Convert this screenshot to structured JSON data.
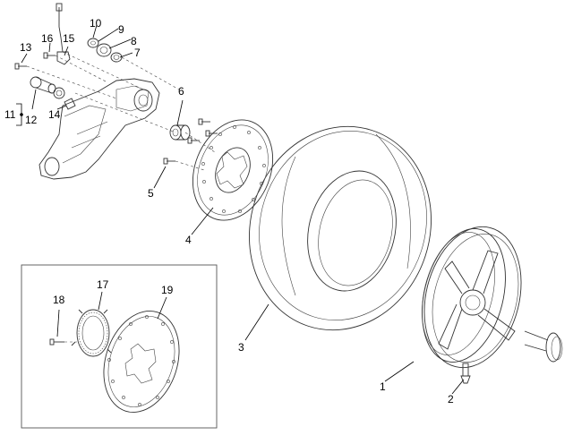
{
  "callouts": [
    {
      "id": "c1",
      "text": "1"
    },
    {
      "id": "c2",
      "text": "2"
    },
    {
      "id": "c3",
      "text": "3"
    },
    {
      "id": "c4",
      "text": "4"
    },
    {
      "id": "c5",
      "text": "5"
    },
    {
      "id": "c6",
      "text": "6"
    },
    {
      "id": "c7",
      "text": "7"
    },
    {
      "id": "c8",
      "text": "8"
    },
    {
      "id": "c9",
      "text": "9"
    },
    {
      "id": "c10",
      "text": "10"
    },
    {
      "id": "c11",
      "text": "11"
    },
    {
      "id": "c12",
      "text": "12"
    },
    {
      "id": "c13",
      "text": "13"
    },
    {
      "id": "c14",
      "text": "14"
    },
    {
      "id": "c15",
      "text": "15"
    },
    {
      "id": "c16",
      "text": "16"
    },
    {
      "id": "c17",
      "text": "17"
    },
    {
      "id": "c18",
      "text": "18"
    },
    {
      "id": "c19",
      "text": "19"
    }
  ],
  "colors": {
    "line": "#333333",
    "background": "#ffffff"
  }
}
